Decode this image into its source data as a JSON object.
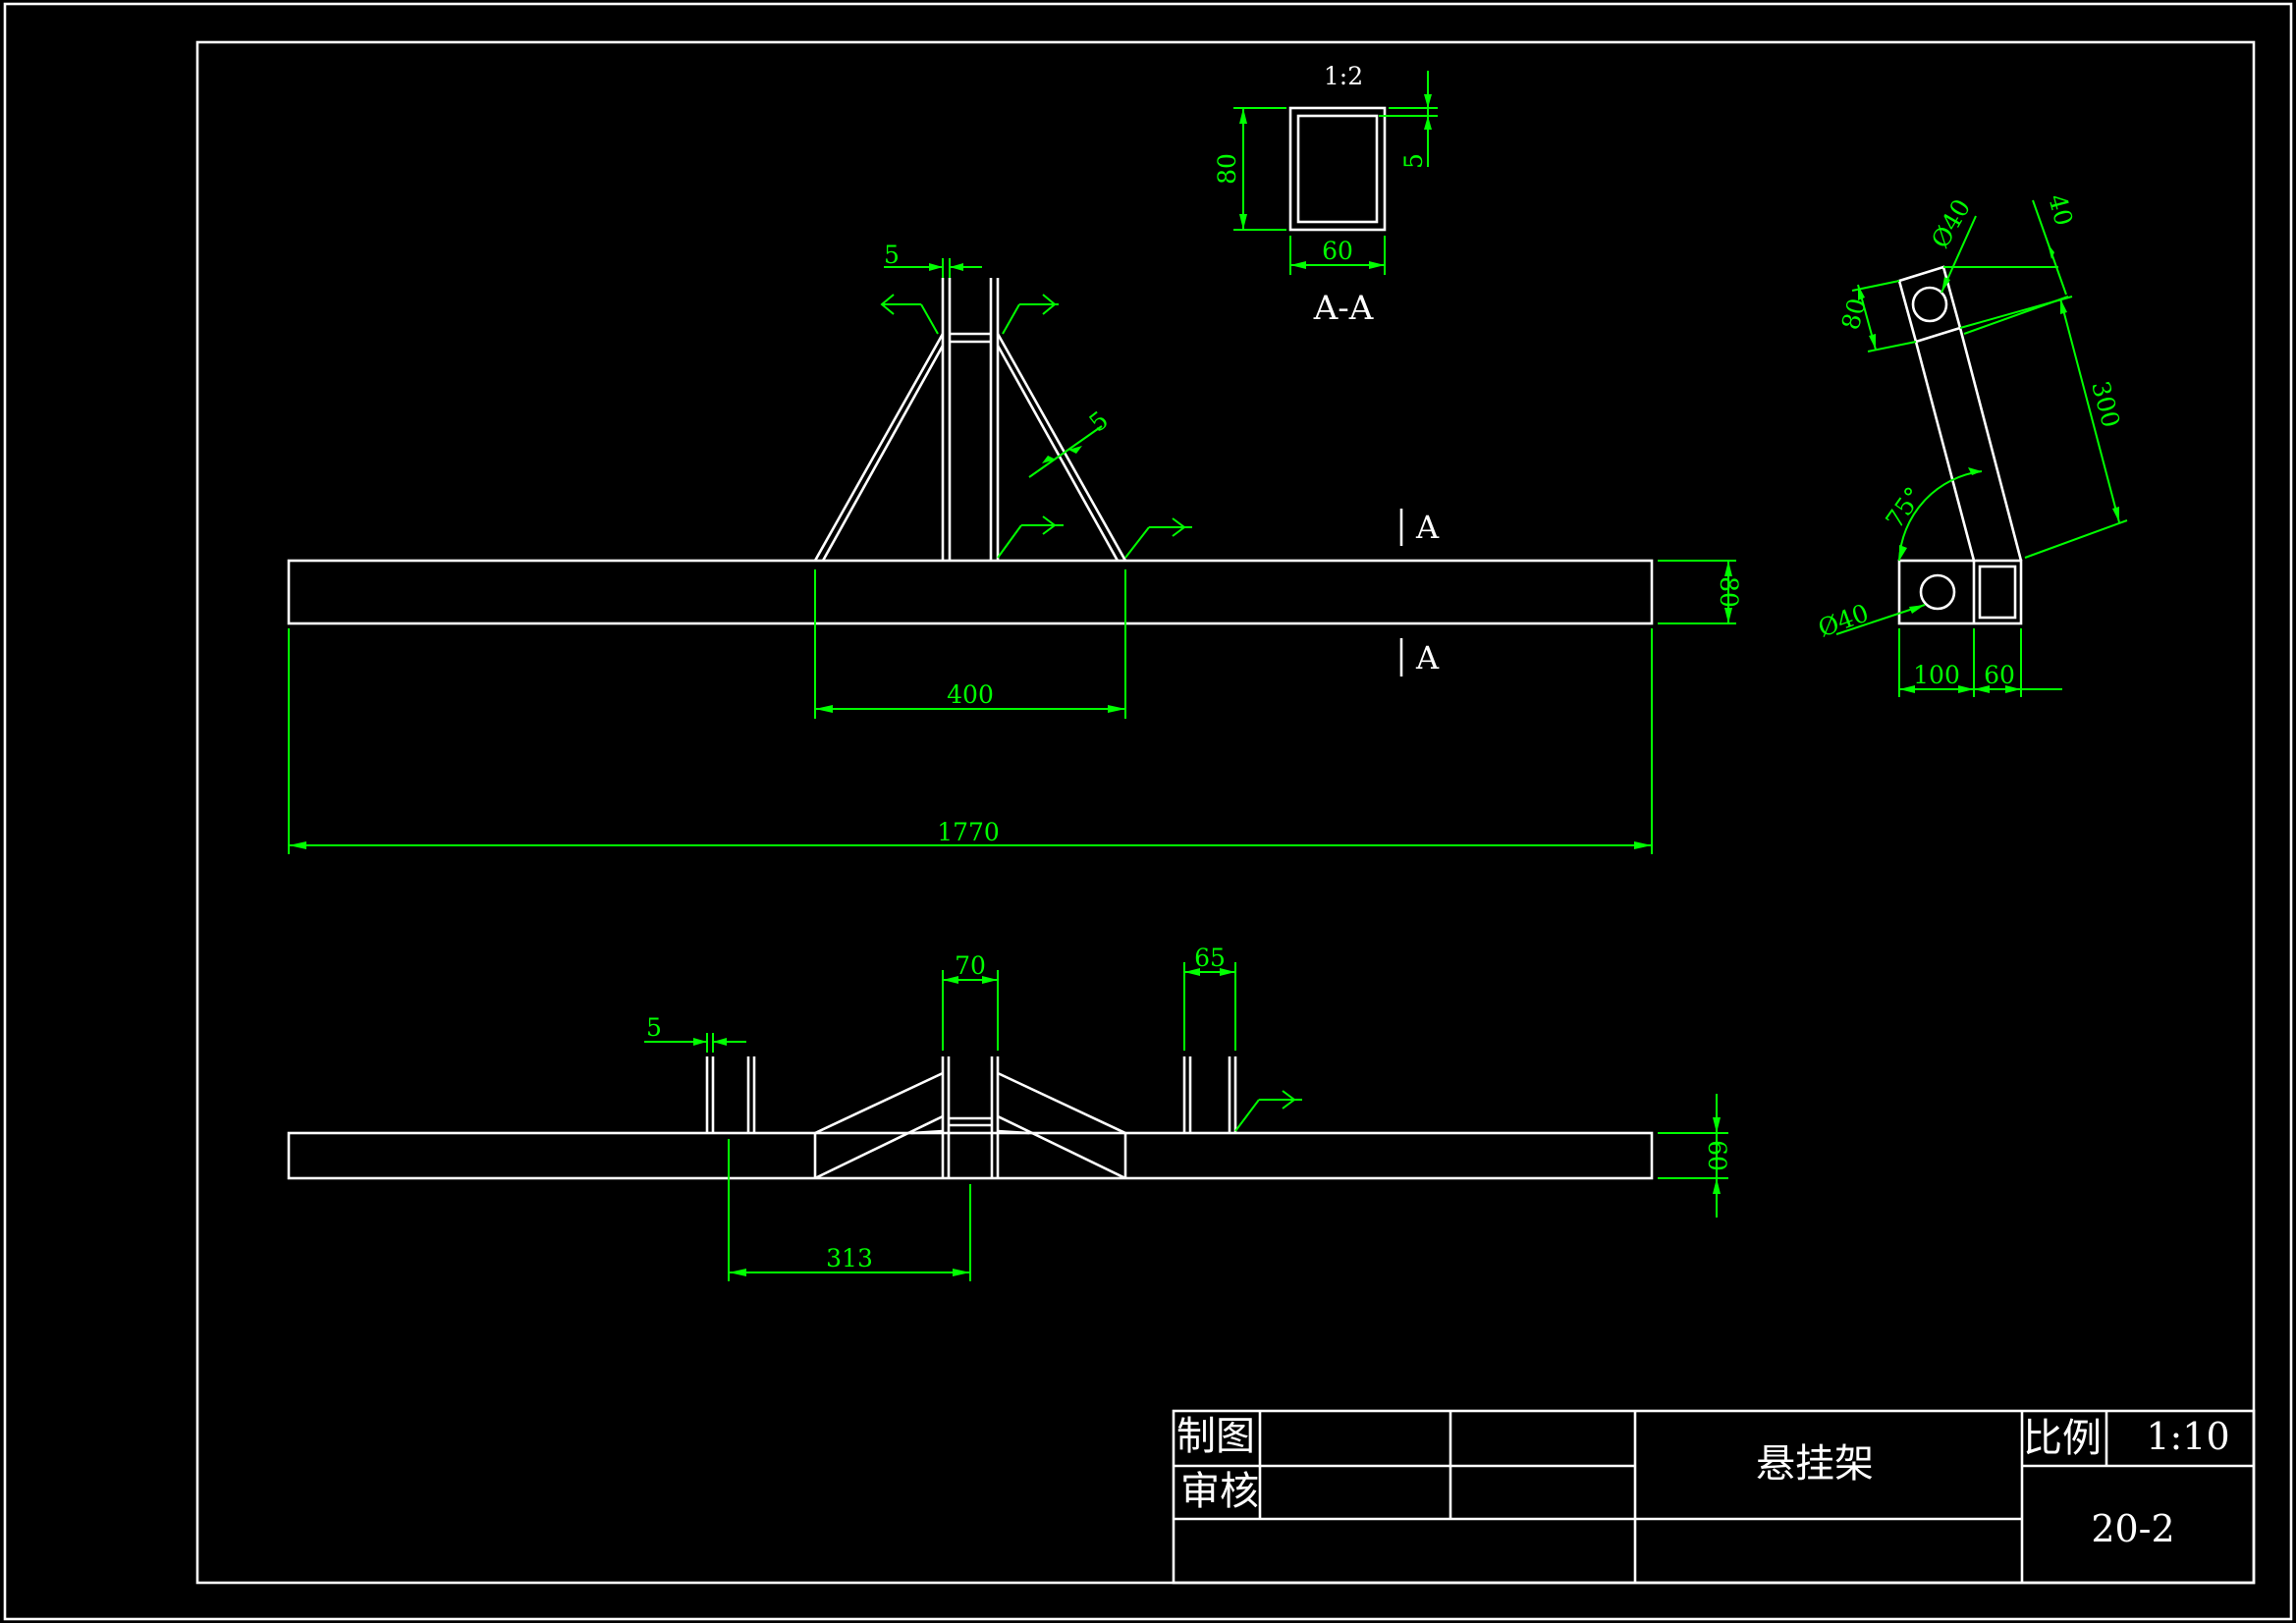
{
  "dimensions": {
    "front_total_length": "1770",
    "front_base_span": "400",
    "front_plate_gap": "5",
    "front_height": "80",
    "front_weld_size": "5",
    "top_offset": "313",
    "top_width": "60",
    "top_plate_gap": "5",
    "top_center_width": "70",
    "top_right_width": "65",
    "section_scale": "1:2",
    "section_height": "80",
    "section_width": "60",
    "section_wall": "5",
    "side_hole_top": "Ø40",
    "side_hole_bottom": "Ø40",
    "side_width_top": "40",
    "side_length": "300",
    "side_end": "80",
    "side_angle": "75°",
    "side_base_left": "100",
    "side_base_right": "60"
  },
  "labels": {
    "section_title": "A-A",
    "section_mark_top": "A",
    "section_mark_bottom": "A"
  },
  "title_block": {
    "drawn_by_label": "制图",
    "checked_by_label": "审核",
    "part_name": "悬挂架",
    "scale_label": "比例",
    "scale_value": "1:10",
    "drawing_number": "20-2"
  },
  "colors": {
    "background": "#000000",
    "geometry": "#ffffff",
    "dimension": "#00ff00"
  }
}
